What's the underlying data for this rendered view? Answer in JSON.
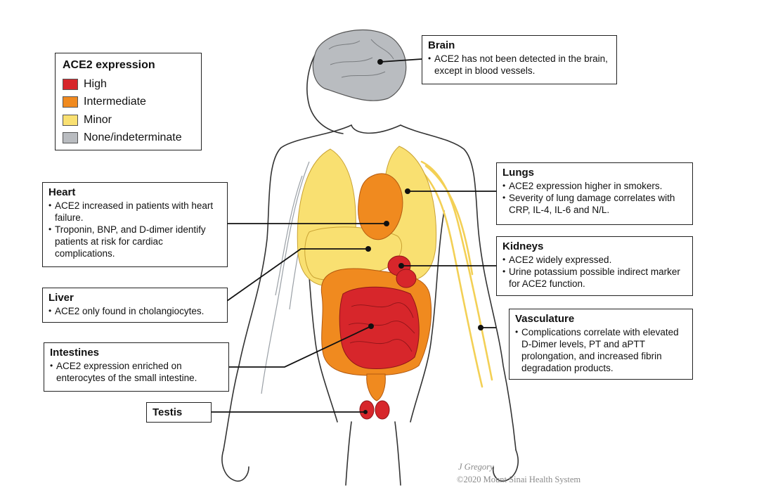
{
  "legend": {
    "title": "ACE2 expression",
    "items": [
      {
        "label": "High",
        "color": "#d7262b"
      },
      {
        "label": "Intermediate",
        "color": "#f08a1f"
      },
      {
        "label": "Minor",
        "color": "#f9e071"
      },
      {
        "label": "None/indeterminate",
        "color": "#b9bcc0"
      }
    ]
  },
  "organs": {
    "brain": {
      "title": "Brain",
      "bullets": [
        "ACE2 has not been detected in the brain, except in blood vessels."
      ]
    },
    "lungs": {
      "title": "Lungs",
      "bullets": [
        "ACE2 expression higher in smokers.",
        "Severity of lung damage correlates with CRP, IL-4, IL-6 and N/L."
      ]
    },
    "heart": {
      "title": "Heart",
      "bullets": [
        "ACE2 increased in patients with heart failure.",
        "Troponin, BNP, and D-dimer identify patients at risk for cardiac complications."
      ]
    },
    "kidneys": {
      "title": "Kidneys",
      "bullets": [
        "ACE2 widely expressed.",
        "Urine potassium possible indirect marker for ACE2 function."
      ]
    },
    "liver": {
      "title": "Liver",
      "bullets": [
        "ACE2 only found in cholangiocytes."
      ]
    },
    "vasculature": {
      "title": "Vasculature",
      "bullets": [
        "Complications correlate with elevated D-Dimer levels, PT and aPTT prolongation, and increased fibrin degradation products."
      ]
    },
    "intestines": {
      "title": "Intestines",
      "bullets": [
        "ACE2 expression enriched on enterocytes of the small intestine."
      ]
    },
    "testis": {
      "title": "Testis"
    }
  },
  "credits": {
    "artist": "J Gregory",
    "copyright": "©2020 Mount Sinai Health System"
  },
  "colors": {
    "high": "#d7262b",
    "intermediate": "#f08a1f",
    "minor": "#f9e071",
    "none": "#b9bcc0",
    "outline": "#333333"
  }
}
